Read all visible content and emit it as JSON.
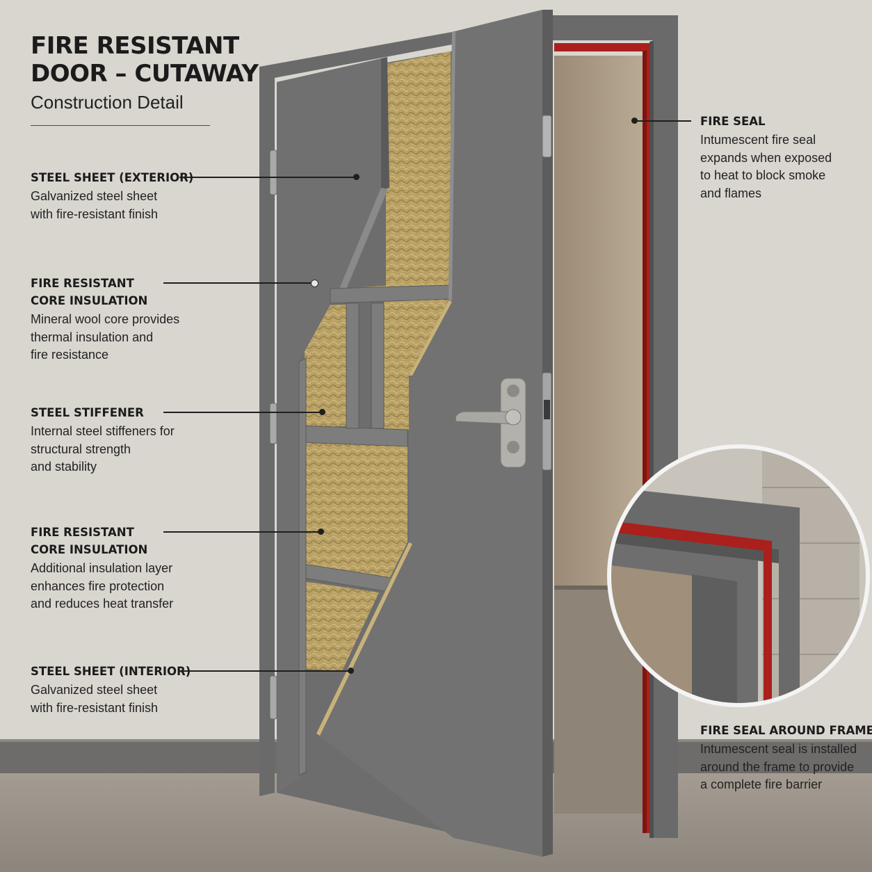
{
  "title": {
    "line1": "FIRE RESISTANT",
    "line2": "DOOR – CUTAWAY",
    "subtitle": "Construction Detail"
  },
  "callouts": {
    "steel_exterior": {
      "title": "STEEL SHEET (EXTERIOR)",
      "desc": [
        "Galvanized steel sheet",
        "with fire-resistant finish"
      ]
    },
    "core_insulation_1": {
      "title": [
        "FIRE RESISTANT",
        "CORE INSULATION"
      ],
      "desc": [
        "Mineral wool core provides",
        "thermal insulation and",
        "fire resistance"
      ]
    },
    "steel_stiffener": {
      "title": "STEEL STIFFENER",
      "desc": [
        "Internal steel stiffeners for",
        "structural strength",
        "and stability"
      ]
    },
    "core_insulation_2": {
      "title": [
        "FIRE RESISTANT",
        "CORE INSULATION"
      ],
      "desc": [
        "Additional insulation layer",
        "enhances fire protection",
        "and reduces heat transfer"
      ]
    },
    "steel_interior": {
      "title": "STEEL SHEET (INTERIOR)",
      "desc": [
        "Galvanized steel sheet",
        "with fire-resistant finish"
      ]
    },
    "fire_seal": {
      "title": "FIRE SEAL",
      "desc": [
        "Intumescent fire seal",
        "expands when exposed",
        "to heat to block smoke",
        "and flames"
      ]
    },
    "fire_seal_frame": {
      "title": "FIRE SEAL AROUND FRAME",
      "desc": [
        "Intumescent seal is installed",
        "around the frame to provide",
        "a complete fire barrier"
      ]
    }
  },
  "colors": {
    "wall": "#d9d6d0",
    "door_steel": "#6b6b6b",
    "insulation": "#b79f62",
    "seal_red": "#a9201c",
    "frame": "#646464"
  }
}
